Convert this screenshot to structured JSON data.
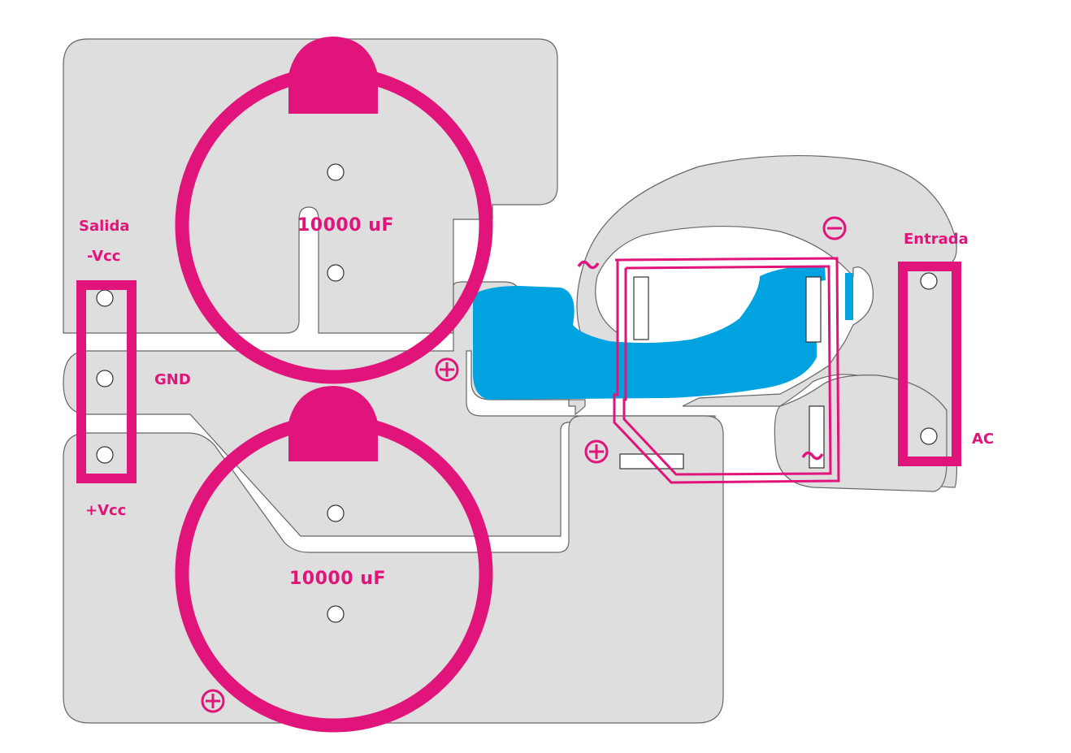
{
  "labels": {
    "salida": "Salida",
    "neg_vcc": "-Vcc",
    "gnd": "GND",
    "pos_vcc": "+Vcc",
    "entrada": "Entrada",
    "ac": "AC"
  },
  "capacitors": [
    {
      "value": "10000 uF"
    },
    {
      "value": "10000 uF"
    }
  ],
  "colors": {
    "copper": "#dedede",
    "silkscreen": "#e0147a",
    "bridge_fill": "#00a3e0",
    "background": "#ffffff",
    "outline": "#666666"
  },
  "symbols": {
    "plus": "plus-polarity-icon",
    "minus": "minus-polarity-icon",
    "ac": "ac-tilde-icon"
  }
}
